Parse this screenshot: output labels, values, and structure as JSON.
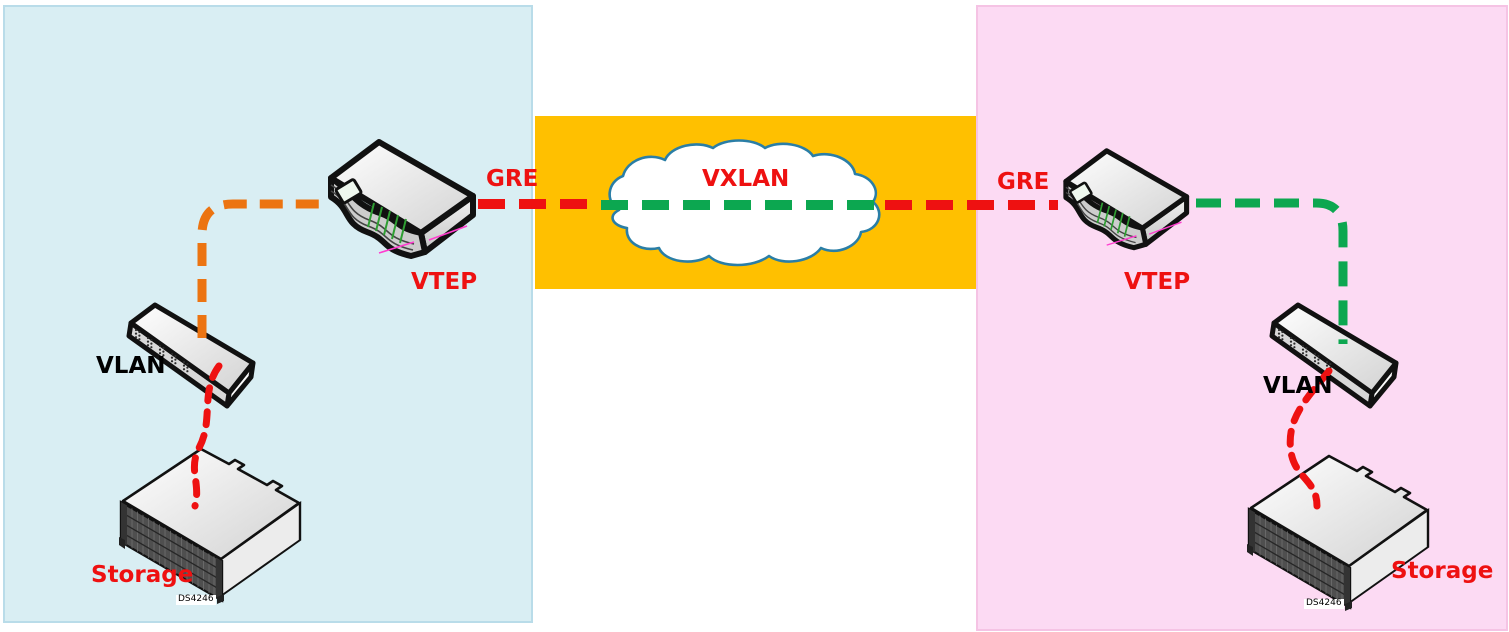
{
  "cloud": {
    "label": "VXLAN"
  },
  "left_site": {
    "gre_label": "GRE",
    "vtep_label": "VTEP",
    "vlan_label": "VLAN",
    "storage_label": "Storage",
    "storage_model": "DS4246"
  },
  "right_site": {
    "gre_label": "GRE",
    "vtep_label": "VTEP",
    "vlan_label": "VLAN",
    "storage_label": "Storage",
    "storage_model": "DS4246"
  },
  "icons": {
    "left_vtep": "router-icon",
    "right_vtep": "router-icon",
    "left_vlan": "switch-icon",
    "right_vlan": "switch-icon",
    "left_storage": "storage-array-icon",
    "right_storage": "storage-array-icon",
    "wan_cloud": "cloud-icon"
  },
  "colors": {
    "site_a_background": "#d9eef3",
    "site_b_background": "#fcdaf3",
    "wan_band": "#ffc000",
    "gre_line_red": "#ee1111",
    "vxlan_line_green": "#0ca750",
    "vlan_uplink_orange": "#ec7411",
    "cloud_outline": "#2a7ea6",
    "label_red": "#ee1111",
    "label_black": "#000000"
  }
}
